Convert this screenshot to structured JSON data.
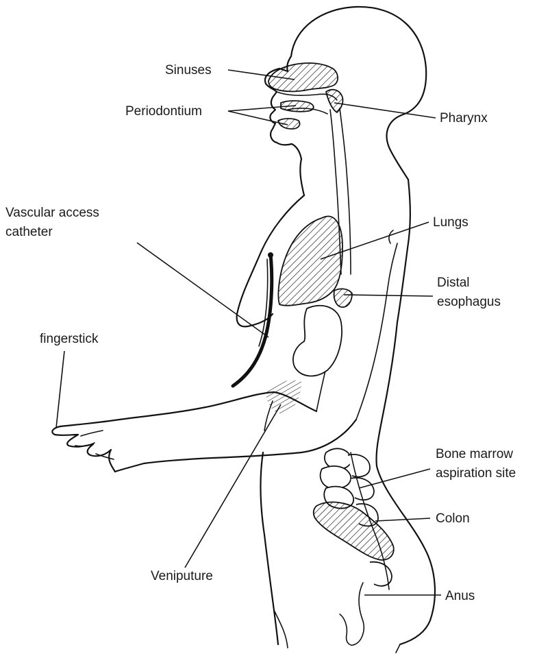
{
  "labels": {
    "sinuses": "Sinuses",
    "periodontium": "Periodontium",
    "pharynx": "Pharynx",
    "vascular_access_line1": "Vascular access",
    "vascular_access_line2": "catheter",
    "lungs": "Lungs",
    "distal_line1": "Distal",
    "distal_line2": "esophagus",
    "fingerstick": "fingerstick",
    "bone_marrow_line1": "Bone marrow",
    "bone_marrow_line2": "aspiration site",
    "colon": "Colon",
    "veniputure": "Veniputure",
    "anus": "Anus"
  }
}
